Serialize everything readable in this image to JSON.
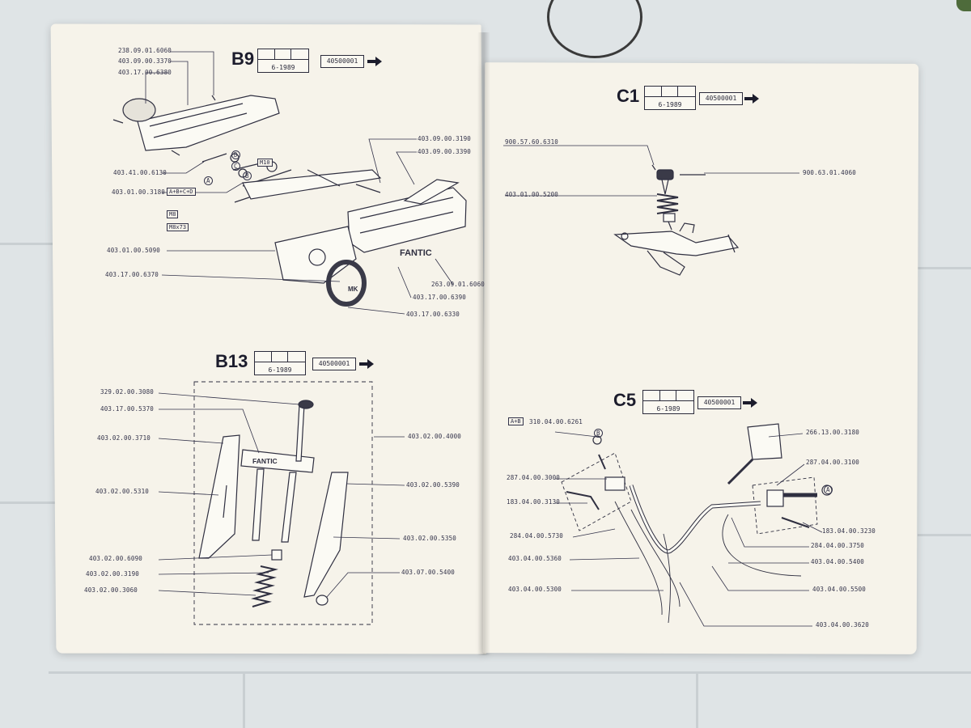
{
  "left_page": {
    "B9": {
      "code": "B9",
      "date": "6-1989",
      "serial": "40500001",
      "parts": [
        "238.09.01.6060",
        "403.09.00.3370",
        "403.17.00.6380",
        "403.09.00.3190",
        "403.09.00.3390",
        "403.41.00.6130",
        "403.01.00.3180",
        "403.01.00.5090",
        "403.17.00.6370",
        "263.09.01.6060",
        "403.17.00.6390",
        "403.17.00.6330"
      ],
      "tags": [
        "A+B+C+D",
        "M10",
        "M8",
        "M8x73"
      ],
      "letters": [
        "D",
        "C",
        "B",
        "A"
      ],
      "brand_text": "FANTIC",
      "brand_short": "MK"
    },
    "B13": {
      "code": "B13",
      "date": "6-1989",
      "serial": "40500001",
      "parts": [
        "329.02.00.3080",
        "403.17.00.5370",
        "403.02.00.3710",
        "403.02.00.5310",
        "403.02.00.6090",
        "403.02.00.3190",
        "403.02.00.3060",
        "403.02.00.4000",
        "403.02.00.5390",
        "403.02.00.5350",
        "403.07.00.5400"
      ],
      "brand_text": "FANTIC"
    }
  },
  "right_page": {
    "C1": {
      "code": "C1",
      "date": "6-1989",
      "serial": "40500001",
      "parts": [
        "900.57.60.6310",
        "900.63.01.4060",
        "403.01.00.5200"
      ]
    },
    "C5": {
      "code": "C5",
      "date": "6-1989",
      "serial": "40500001",
      "tag": "A+B",
      "parts": [
        "310.04.00.6261",
        "266.13.00.3180",
        "287.04.00.3100",
        "287.04.00.3000",
        "183.04.00.3130",
        "183.04.00.3230",
        "284.04.00.5730",
        "284.04.00.3750",
        "403.04.00.5360",
        "403.04.00.5400",
        "403.04.00.5300",
        "403.04.00.5500",
        "403.04.00.3620"
      ],
      "letters": [
        "B",
        "A"
      ]
    }
  },
  "colors": {
    "paper": "#f6f3ea",
    "ink": "#2b2b3b",
    "table": "#dfe4e6"
  }
}
